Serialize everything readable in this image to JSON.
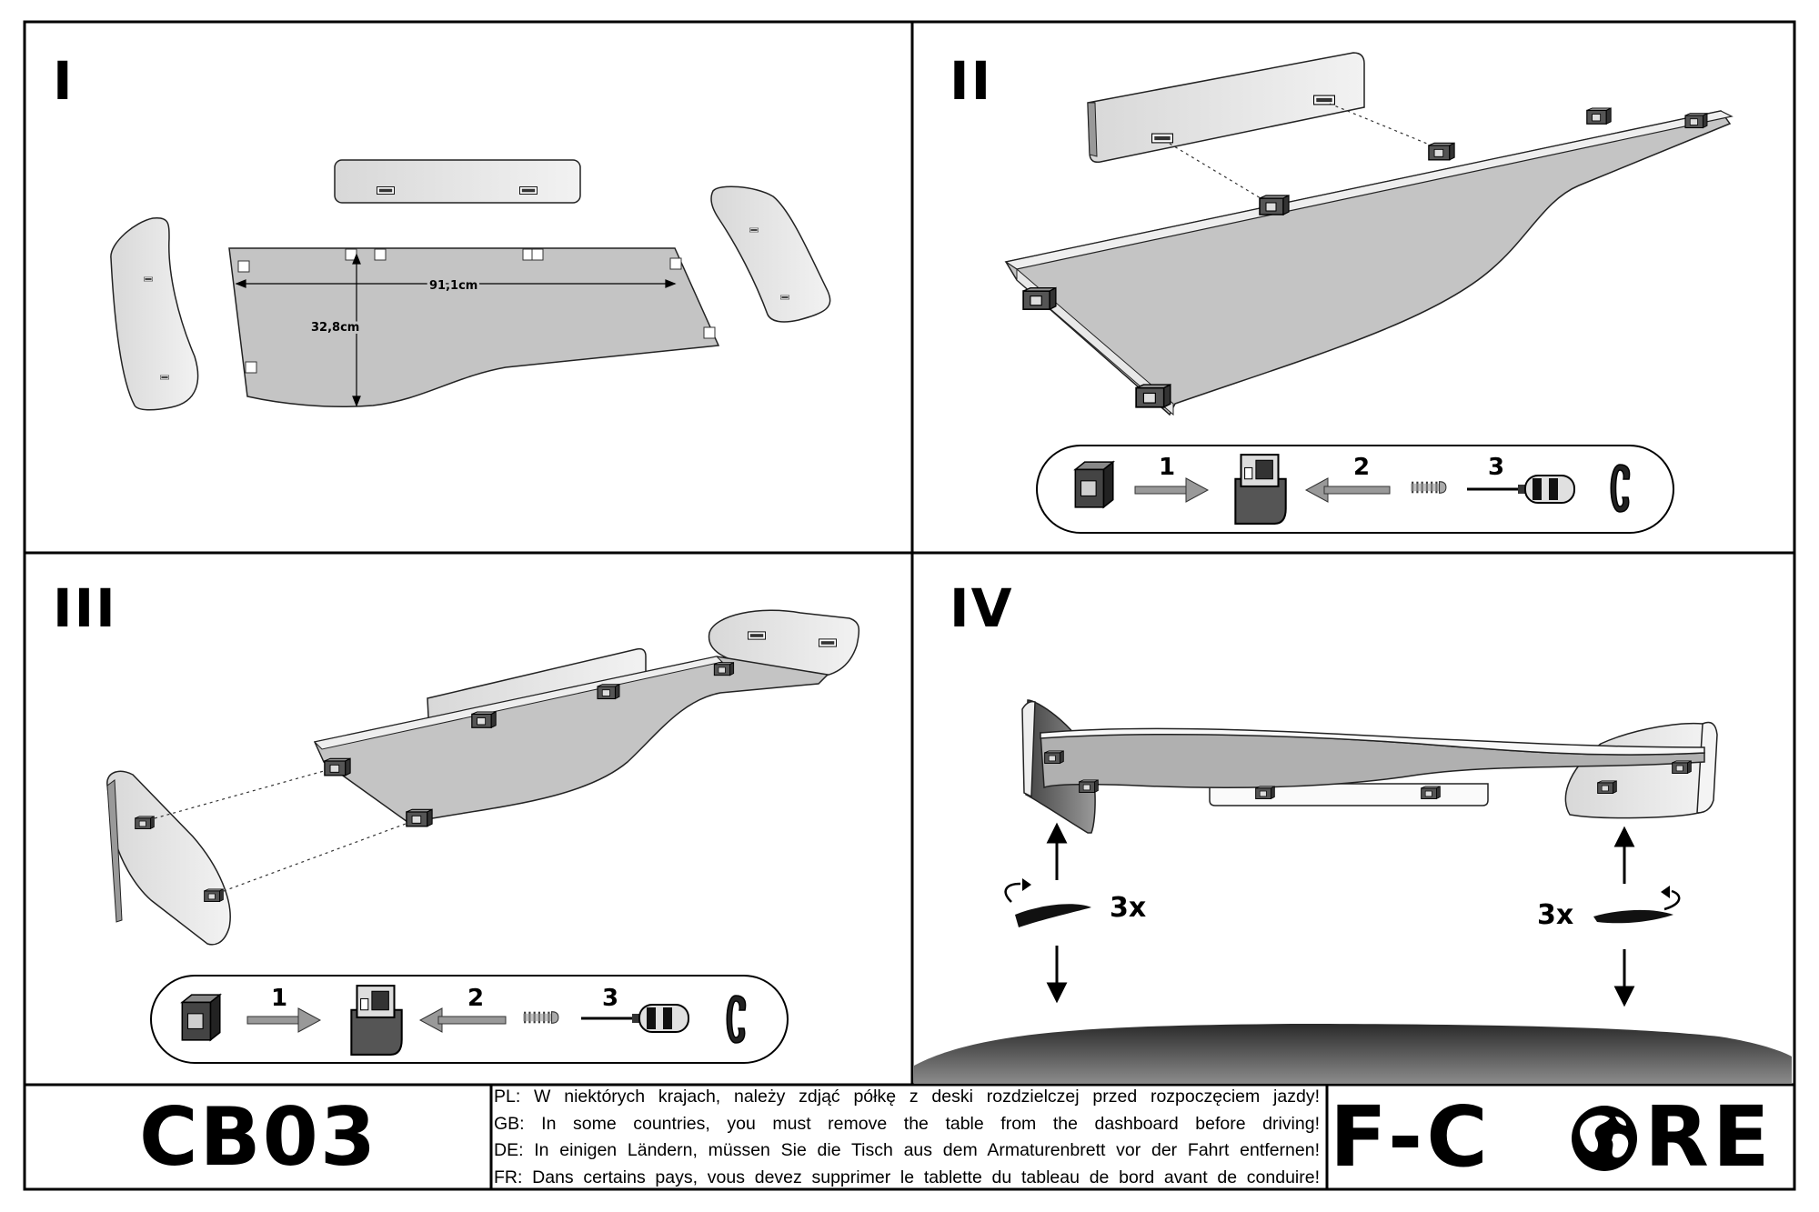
{
  "panels": [
    {
      "numeral": "I",
      "width_label": "91,1cm",
      "depth_label": "32,8cm"
    },
    {
      "numeral": "II",
      "steps": [
        "1",
        "2",
        "3"
      ]
    },
    {
      "numeral": "III",
      "steps": [
        "1",
        "2",
        "3"
      ]
    },
    {
      "numeral": "IV",
      "turns_left": "3x",
      "turns_right": "3x"
    }
  ],
  "footer": {
    "code": "CB03",
    "warnings": [
      "PL: W niektórych krajach, należy zdjąć półkę z deski rozdzielczej przed rozpoczęciem jazdy!",
      "GB: In some countries, you must remove the table from the dashboard before driving!",
      "DE: In einigen Ländern, müssen Sie die Tisch aus dem Armaturenbrett vor der Fahrt entfernen!",
      "FR: Dans certains pays, vous devez supprimer le tablette du tableau de bord avant de conduire!"
    ],
    "logo_left": "F-C",
    "logo_right": "RE"
  },
  "icons": [
    "shelf-board-icon",
    "side-panel-icon",
    "back-panel-icon",
    "bracket-icon",
    "screw-icon",
    "screwdriver-icon",
    "velcro-strap-icon",
    "arrow-right-icon",
    "arrow-left-icon",
    "rotate-arrow-icon",
    "globe-icon",
    "dashboard-icon"
  ],
  "colors": {
    "line": "#000000",
    "board_fill": "#b8b8b8",
    "panel_fill": "#dcdcdc",
    "dark_part": "#4a4a4a",
    "paper": "#ffffff"
  }
}
